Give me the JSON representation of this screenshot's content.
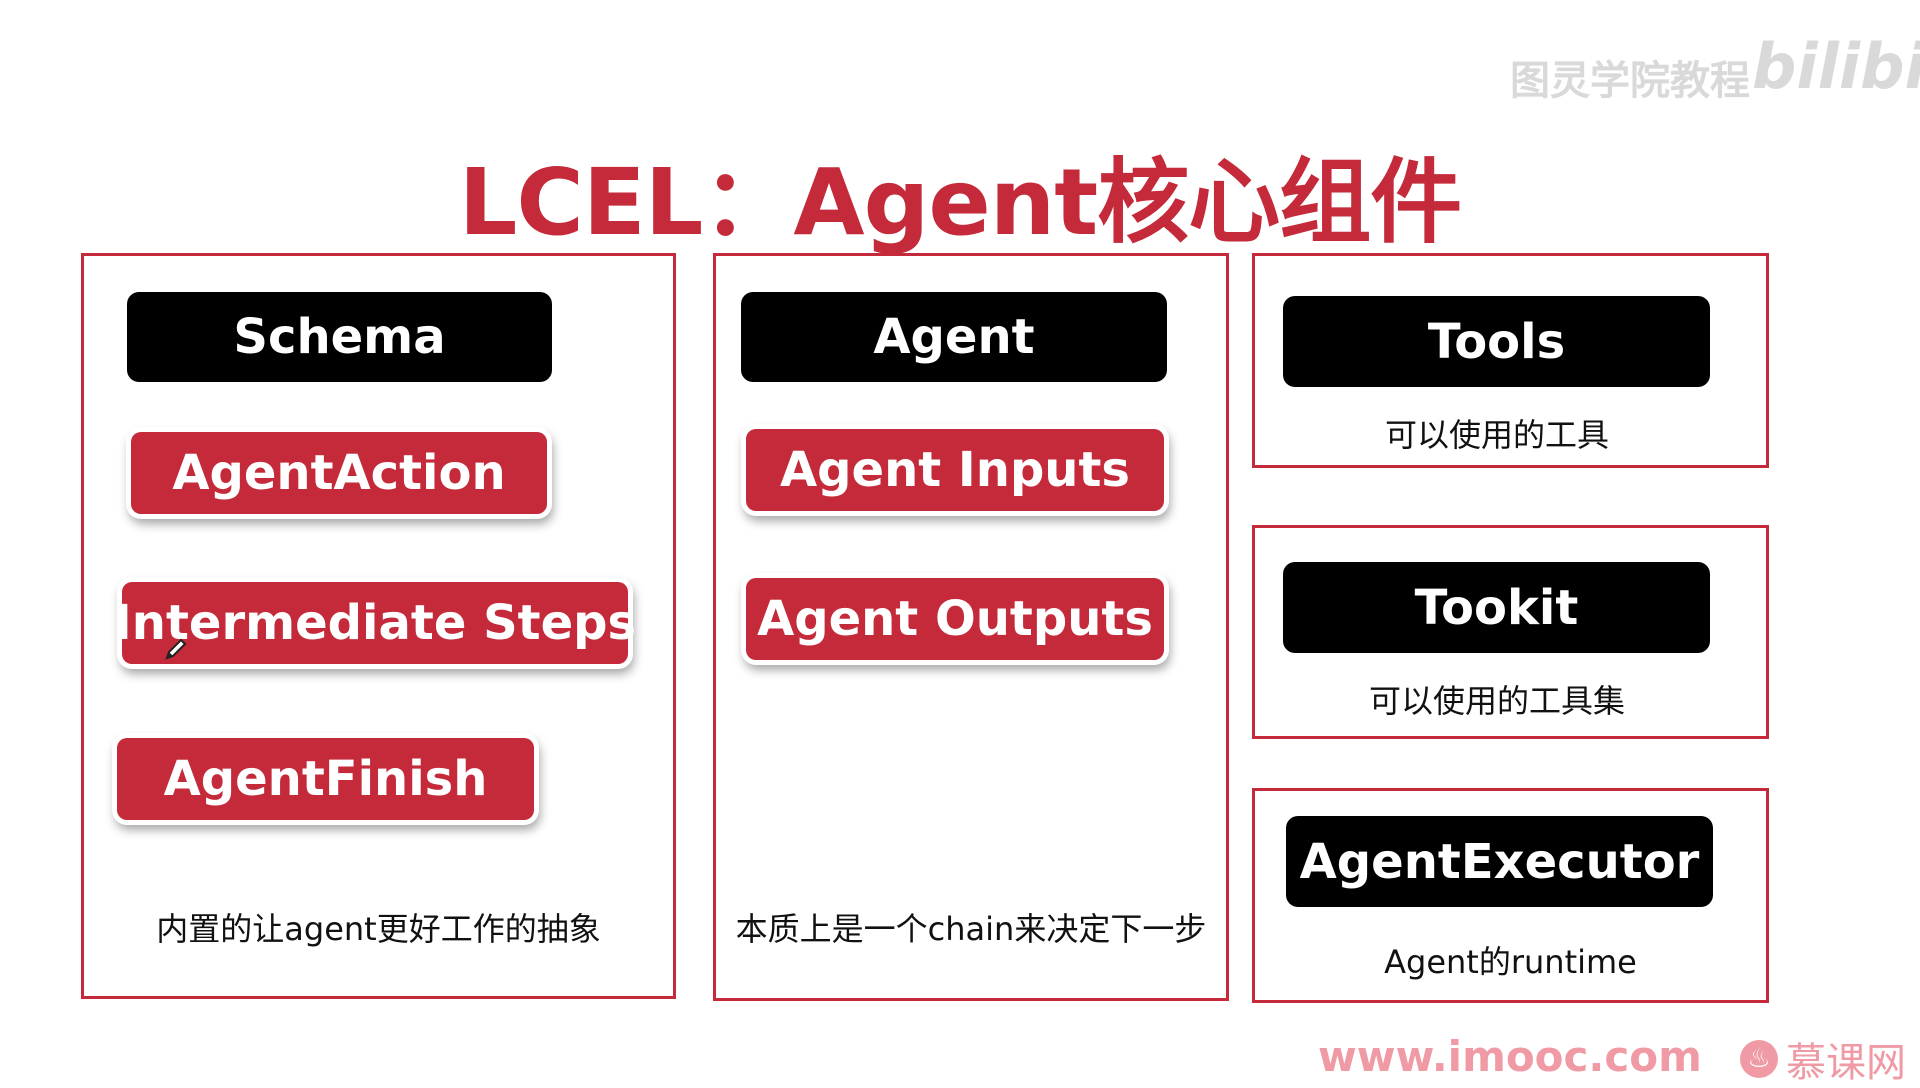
{
  "title": "LCEL：Agent核心组件",
  "watermark": {
    "author": "图灵学院教程",
    "site": "bilibili"
  },
  "panels": {
    "schema": {
      "header": "Schema",
      "items": [
        "AgentAction",
        "Intermediate Steps",
        "AgentFinish"
      ],
      "caption": "内置的让agent更好工作的抽象"
    },
    "agent": {
      "header": "Agent",
      "items": [
        "Agent Inputs",
        "Agent Outputs"
      ],
      "caption": "本质上是一个chain来决定下一步"
    },
    "tools": {
      "header": "Tools",
      "caption": "可以使用的工具"
    },
    "toolkit": {
      "header": "Tookit",
      "caption": "可以使用的工具集"
    },
    "executor": {
      "header": "AgentExecutor",
      "caption": "Agent的runtime"
    }
  },
  "footer": {
    "url": "www.imooc.com",
    "brand": "慕课网"
  },
  "colors": {
    "accent": "#c42a3a",
    "header_bg": "#000000",
    "footer": "#ef9aa4"
  }
}
